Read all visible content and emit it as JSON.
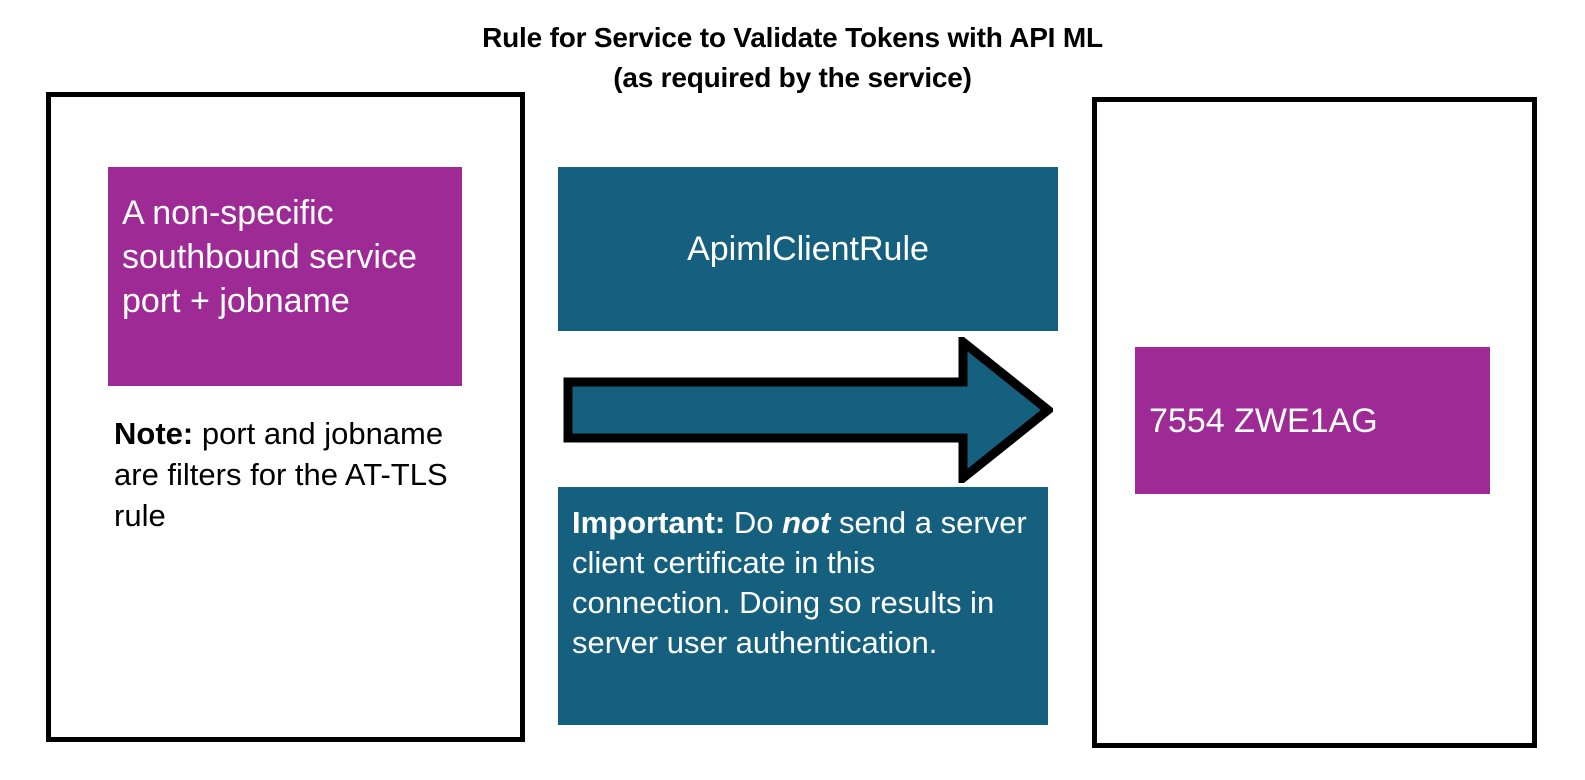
{
  "title": {
    "line1": "Rule for Service to Validate Tokens with API ML",
    "line2": "(as required by the service)"
  },
  "colors": {
    "magenta": "#9E2A95",
    "teal": "#16607F",
    "border": "#000000",
    "background": "#FFFFFF",
    "text_on_color": "#FFFFFF",
    "text_dark": "#000000"
  },
  "left_panel": {
    "name": "client-side-panel",
    "magenta_block": {
      "label": "A non-specific southbound service port + jobname"
    },
    "note": {
      "lead": "Note:",
      "body": " port and jobname are filters for the AT-TLS rule"
    }
  },
  "center": {
    "rule_block": {
      "label": "ApimlClientRule"
    },
    "arrow": {
      "direction": "right",
      "fill": "#16607F",
      "stroke": "#000000"
    },
    "important_block": {
      "lead": "Important:",
      "part1": " Do ",
      "emphasis": "not",
      "part2": " send a server client certificate in this connection. Doing so results in server user authentication."
    }
  },
  "right_panel": {
    "name": "server-side-panel",
    "magenta_block": {
      "label": "7554 ZWE1AG"
    }
  }
}
